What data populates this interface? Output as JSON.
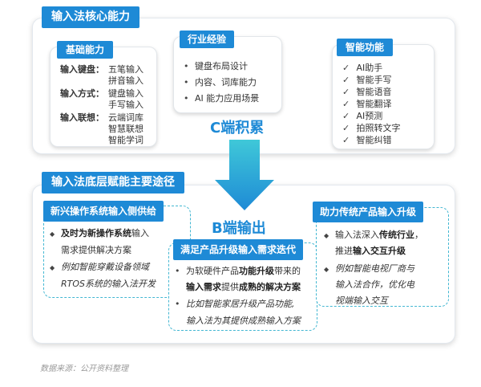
{
  "colors": {
    "primary_blue": "#1e8ad6",
    "accent_teal": "#2fb8c9",
    "dashed_border": "#43b7d2"
  },
  "top_section": {
    "title": "输入法核心能力",
    "basic": {
      "label": "基础能力",
      "rows": [
        {
          "key": "输入键盘：",
          "values": [
            "五笔输入",
            "拼音输入"
          ]
        },
        {
          "key": "输入方式：",
          "values": [
            "键盘输入",
            "手写输入"
          ]
        },
        {
          "key": "输入联想：",
          "values": [
            "云端词库",
            "智慧联想",
            "智能学词"
          ]
        }
      ]
    },
    "industry": {
      "label": "行业经验",
      "items": [
        "键盘布局设计",
        "内容、词库能力",
        "AI 能力应用场景"
      ],
      "bullet": "•"
    },
    "c_end": "C端积累",
    "smart": {
      "label": "智能功能",
      "check": "✓",
      "items": [
        "AI助手",
        "智能手写",
        "智能语音",
        "智能翻译",
        "AI预测",
        "拍照转文字",
        "智能纠错"
      ]
    }
  },
  "bottom_section": {
    "title": "输入法底层赋能主要途径",
    "b_end": "B端输出",
    "card_left": {
      "title": "新兴操作系统输入侧供给",
      "line1": {
        "pre": "及时为",
        "bold": "新操作系统",
        "post": "输入"
      },
      "line2": "需求提供解决方案",
      "line3": "例如智能穿戴设备领域",
      "line4": "RTOS系统的输入法开发"
    },
    "card_mid": {
      "title": "满足产品升级输入需求迭代",
      "line1": {
        "pre": "为软硬件产品",
        "bold": "功能升级",
        "post": "带来的"
      },
      "line2": {
        "bold1": "输入需求",
        "mid": "提供",
        "bold2": "成熟的解决方案"
      },
      "line3": "比如智能家居升级产品功能,",
      "line4": "输入法为其提供成熟输入方案"
    },
    "card_right": {
      "title": "助力传统产品输入升级",
      "line1": {
        "pre": "输入法深入",
        "bold": "传统行业",
        "post": "，"
      },
      "line2": {
        "pre": "推进",
        "bold": "输入交互升级"
      },
      "line3": "例如智能电视厂商与",
      "line4": "输入法合作，优化电",
      "line5": "视端输入交互"
    },
    "bullet_diamond": "◆",
    "bullet_dot": "•"
  },
  "source": "数据来源：公开资料整理"
}
